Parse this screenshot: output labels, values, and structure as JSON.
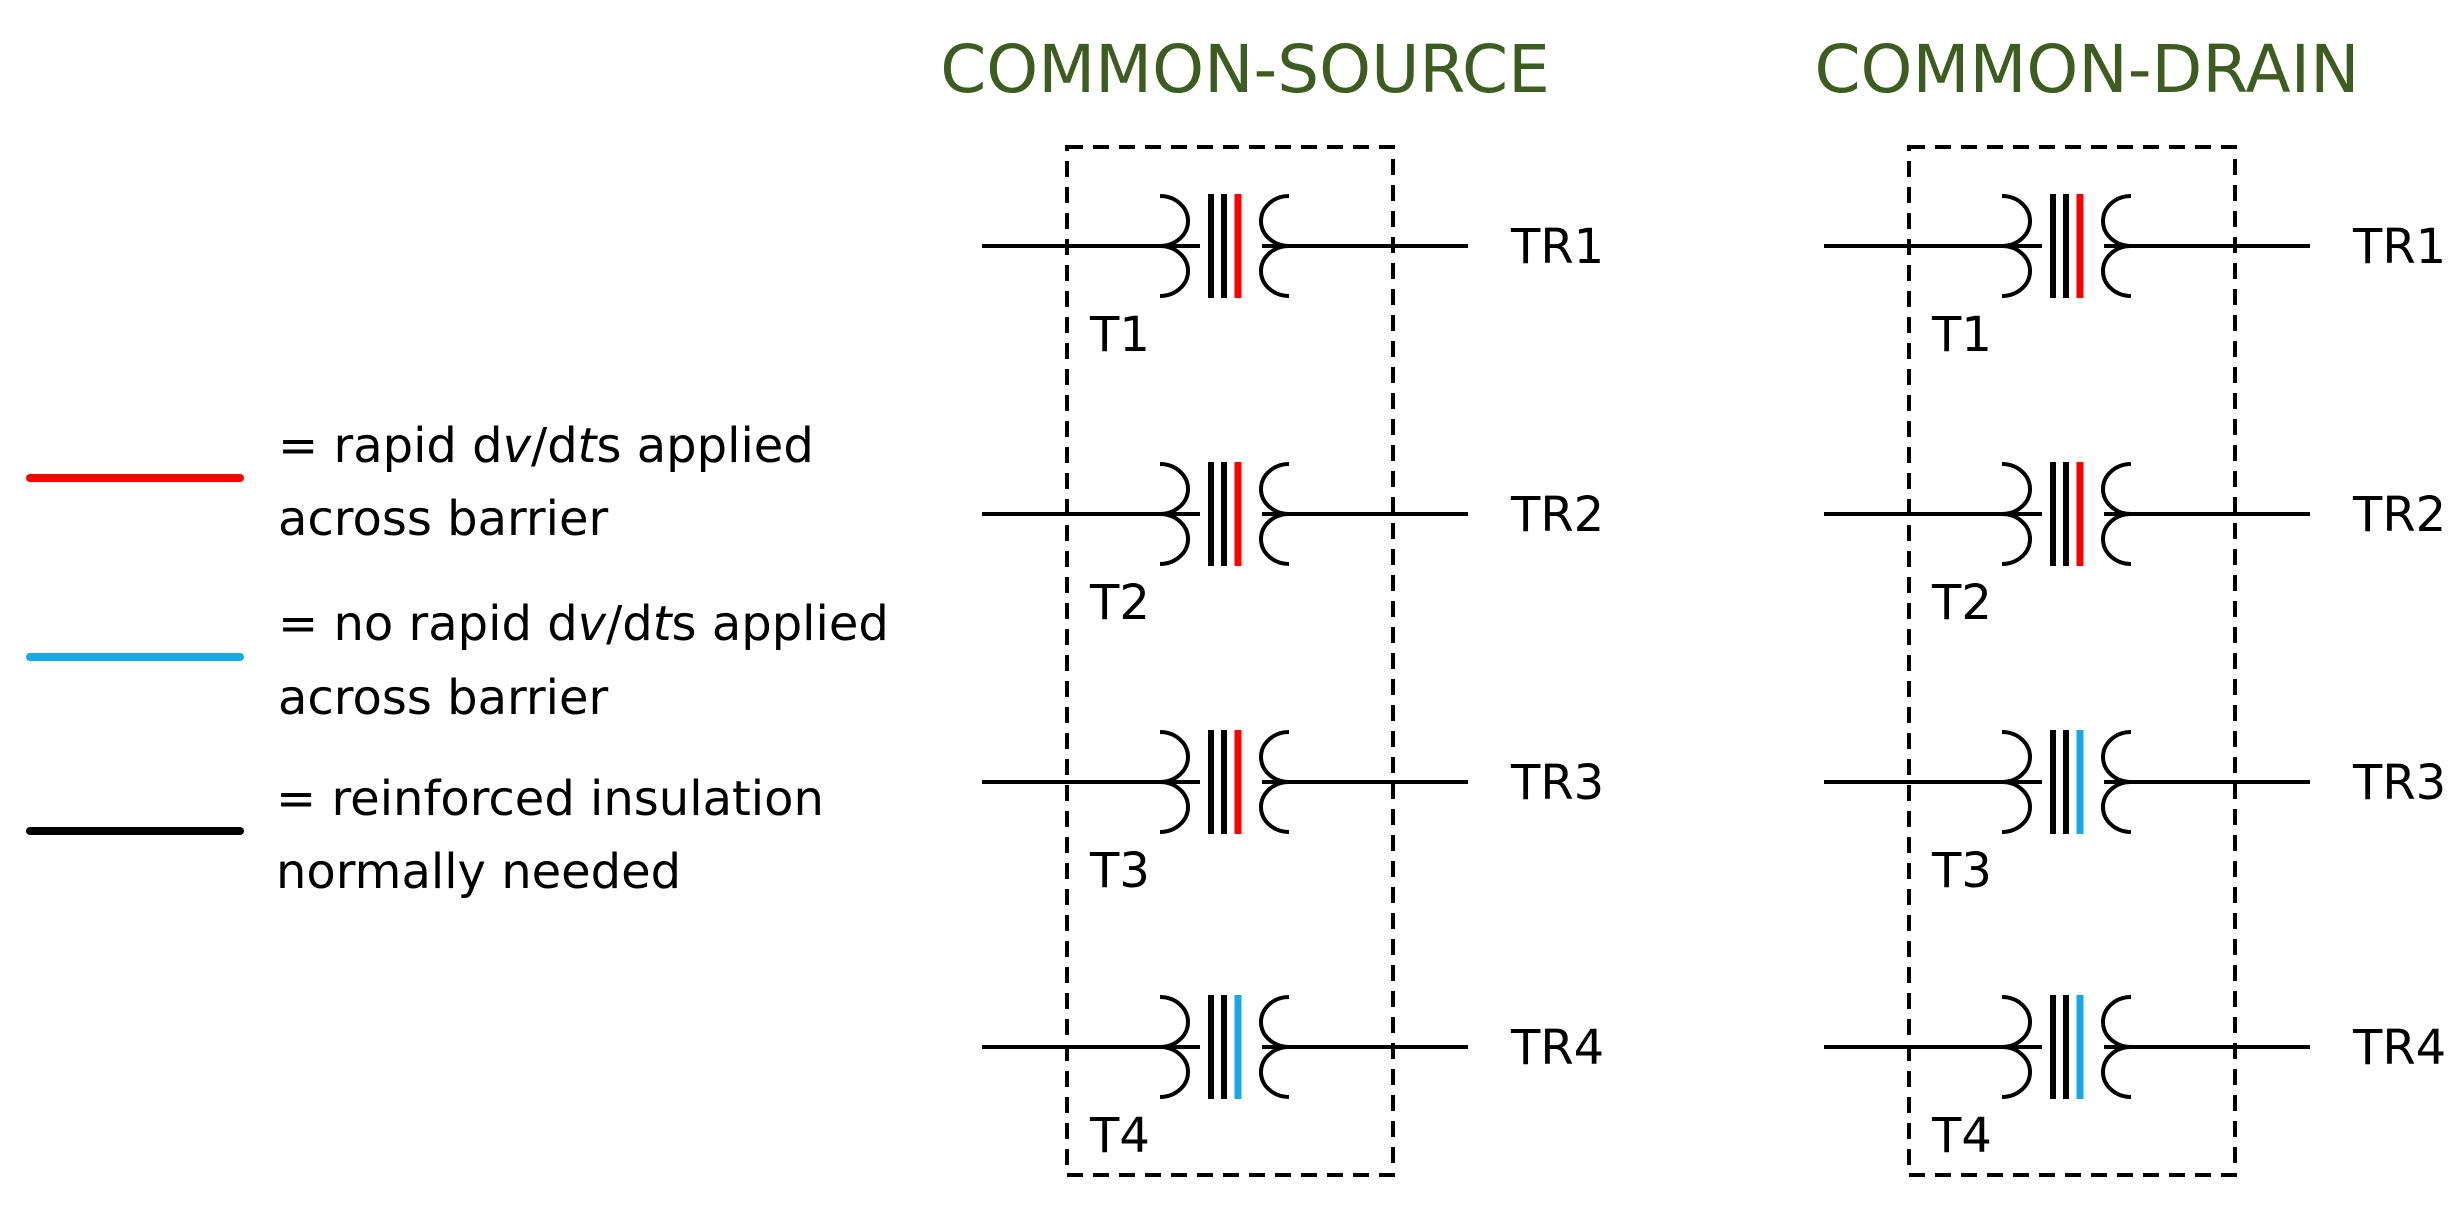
{
  "colors": {
    "red": "#ff0000",
    "blue": "#17a9e6",
    "black": "#000000",
    "title": "#3c5d1f"
  },
  "legend": [
    {
      "color": "red",
      "line1": "= rapid d",
      "v": "v",
      "mid": "/d",
      "t": "t",
      "tail": "s applied",
      "line2": "across barrier"
    },
    {
      "color": "blue",
      "line1": "= no rapid d",
      "v": "v",
      "mid": "/d",
      "t": "t",
      "tail": "s applied",
      "line2": "across barrier"
    },
    {
      "color": "black",
      "line1": "= reinforced insulation",
      "line2": "normally needed"
    }
  ],
  "panels": [
    {
      "title": "COMMON-SOURCE",
      "rows": [
        {
          "t_label": "T1",
          "tr_label": "TR1",
          "barrier": "red"
        },
        {
          "t_label": "T2",
          "tr_label": "TR2",
          "barrier": "red"
        },
        {
          "t_label": "T3",
          "tr_label": "TR3",
          "barrier": "red"
        },
        {
          "t_label": "T4",
          "tr_label": "TR4",
          "barrier": "blue"
        }
      ]
    },
    {
      "title": "COMMON-DRAIN",
      "rows": [
        {
          "t_label": "T1",
          "tr_label": "TR1",
          "barrier": "red"
        },
        {
          "t_label": "T2",
          "tr_label": "TR2",
          "barrier": "red"
        },
        {
          "t_label": "T3",
          "tr_label": "TR3",
          "barrier": "blue"
        },
        {
          "t_label": "T4",
          "tr_label": "TR4",
          "barrier": "blue"
        }
      ]
    }
  ]
}
